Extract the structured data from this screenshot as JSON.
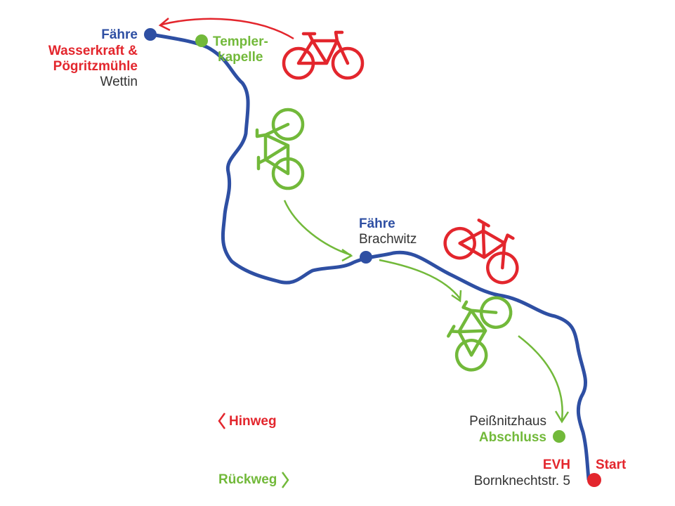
{
  "colors": {
    "river": "#2e4fa3",
    "outbound": "#e3262d",
    "return": "#72b93a",
    "text": "#333333"
  },
  "stops": {
    "wettin": {
      "ferry": "Fähre",
      "line1": "Wasserkraft &",
      "line2": "Pögritzmühle",
      "place": "Wettin"
    },
    "templer": {
      "line1": "Templer-",
      "line2": "kapelle"
    },
    "brachwitz": {
      "ferry": "Fähre",
      "place": "Brachwitz"
    },
    "peissnitz": {
      "place": "Peißnitzhaus",
      "name": "Abschluss"
    },
    "evh": {
      "name": "EVH",
      "address": "Bornknechtstr. 5"
    },
    "start": {
      "label": "Start"
    }
  },
  "legend": {
    "outbound": "Hinweg",
    "return": "Rückweg"
  },
  "icons": [
    "bicycle-icon",
    "chevron-left-icon",
    "chevron-right-icon",
    "arrow-icon"
  ]
}
